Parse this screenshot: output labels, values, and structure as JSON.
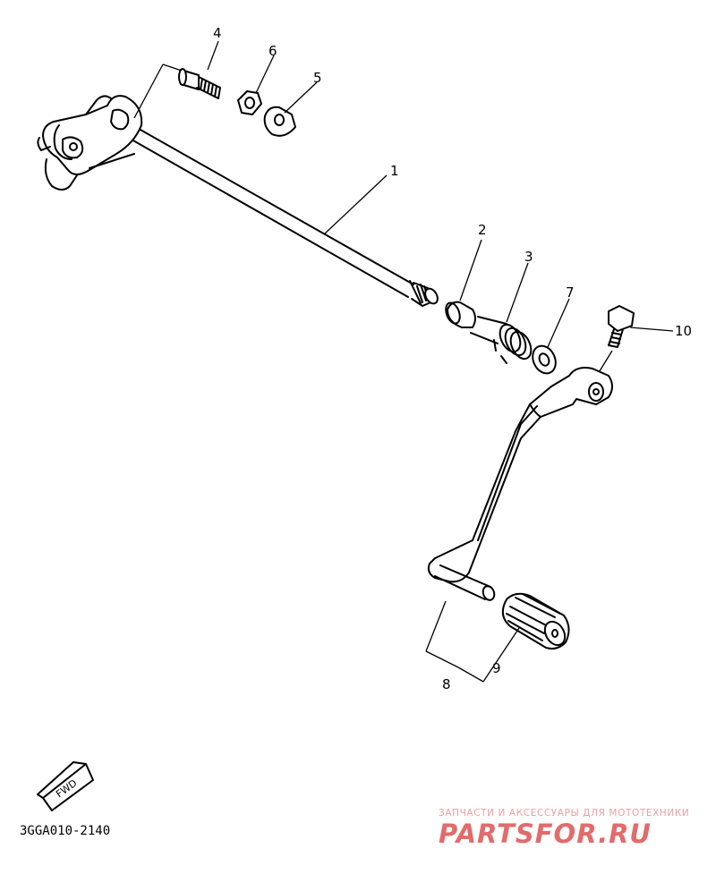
{
  "diagram": {
    "part_labels": [
      {
        "id": "1",
        "text": "1"
      },
      {
        "id": "2",
        "text": "2"
      },
      {
        "id": "3",
        "text": "3"
      },
      {
        "id": "4",
        "text": "4"
      },
      {
        "id": "5",
        "text": "5"
      },
      {
        "id": "6",
        "text": "6"
      },
      {
        "id": "7",
        "text": "7"
      },
      {
        "id": "8",
        "text": "8"
      },
      {
        "id": "9",
        "text": "9"
      },
      {
        "id": "10",
        "text": "10"
      }
    ],
    "drawing_code": "3GGA010-2140",
    "direction_badge": "FWD"
  },
  "watermark": {
    "tagline": "ЗАПЧАСТИ И АКСЕССУАРЫ ДЛЯ МОТОТЕХНИКИ",
    "brand": "PARTSFOR.RU",
    "color": "#e26b6b"
  }
}
